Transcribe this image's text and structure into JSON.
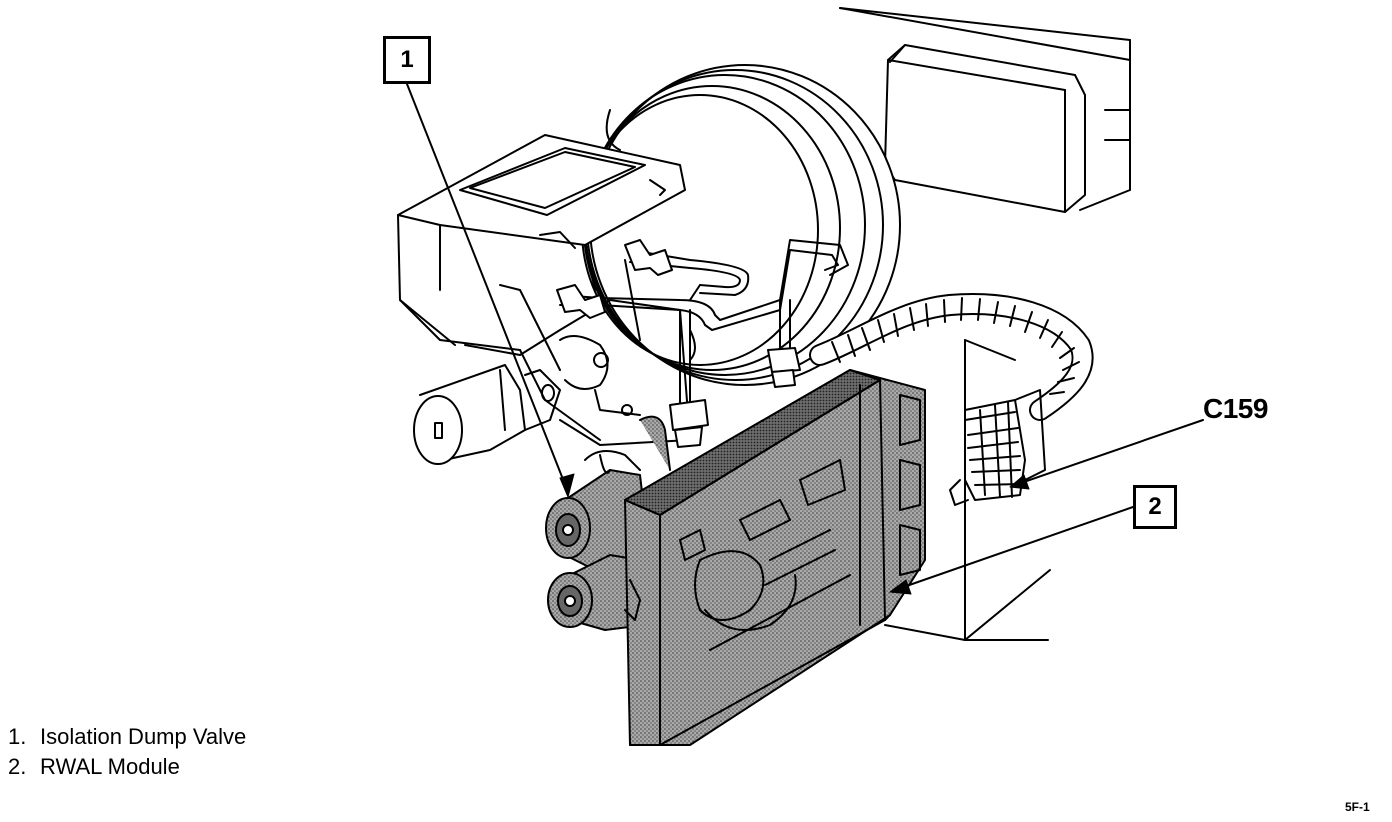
{
  "callouts": [
    {
      "id": "1",
      "label": "1"
    },
    {
      "id": "2",
      "label": "2"
    }
  ],
  "connector_label": "C159",
  "legend": [
    {
      "number": "1.",
      "text": "Isolation Dump Valve"
    },
    {
      "number": "2.",
      "text": "RWAL Module"
    }
  ],
  "figure_code": "5F-1",
  "colors": {
    "ink": "#000000",
    "paper": "#ffffff",
    "module_shade": "#8a8a8a"
  }
}
